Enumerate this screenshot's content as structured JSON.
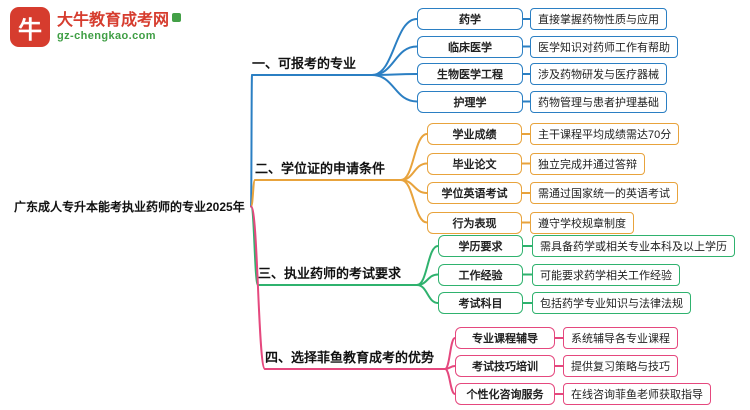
{
  "logo": {
    "title": "大牛教育成考网",
    "url": "gz-chengkao.com",
    "icon_glyph": "牛",
    "brand_red": "#d63c2e",
    "brand_green": "#43a047"
  },
  "root": "广东成人专升本能考执业药师的专业2025年",
  "branches": [
    {
      "label": "一、可报考的专业",
      "color": "#2b7fc3",
      "items": [
        {
          "label": "药学",
          "desc": "直接掌握药物性质与应用"
        },
        {
          "label": "临床医学",
          "desc": "医学知识对药师工作有帮助"
        },
        {
          "label": "生物医学工程",
          "desc": "涉及药物研发与医疗器械"
        },
        {
          "label": "护理学",
          "desc": "药物管理与患者护理基础"
        }
      ]
    },
    {
      "label": "二、学位证的申请条件",
      "color": "#e8a33c",
      "items": [
        {
          "label": "学业成绩",
          "desc": "主干课程平均成绩需达70分"
        },
        {
          "label": "毕业论文",
          "desc": "独立完成并通过答辩"
        },
        {
          "label": "学位英语考试",
          "desc": "需通过国家统一的英语考试"
        },
        {
          "label": "行为表现",
          "desc": "遵守学校规章制度"
        }
      ]
    },
    {
      "label": "三、执业药师的考试要求",
      "color": "#2fb26e",
      "items": [
        {
          "label": "学历要求",
          "desc": "需具备药学或相关专业本科及以上学历"
        },
        {
          "label": "工作经验",
          "desc": "可能要求药学相关工作经验"
        },
        {
          "label": "考试科目",
          "desc": "包括药学专业知识与法律法规"
        }
      ]
    },
    {
      "label": "四、选择菲鱼教育成考的优势",
      "color": "#e5487e",
      "items": [
        {
          "label": "专业课程辅导",
          "desc": "系统辅导各专业课程"
        },
        {
          "label": "考试技巧培训",
          "desc": "提供复习策略与技巧"
        },
        {
          "label": "个性化咨询服务",
          "desc": "在线咨询菲鱼老师获取指导"
        }
      ]
    }
  ]
}
